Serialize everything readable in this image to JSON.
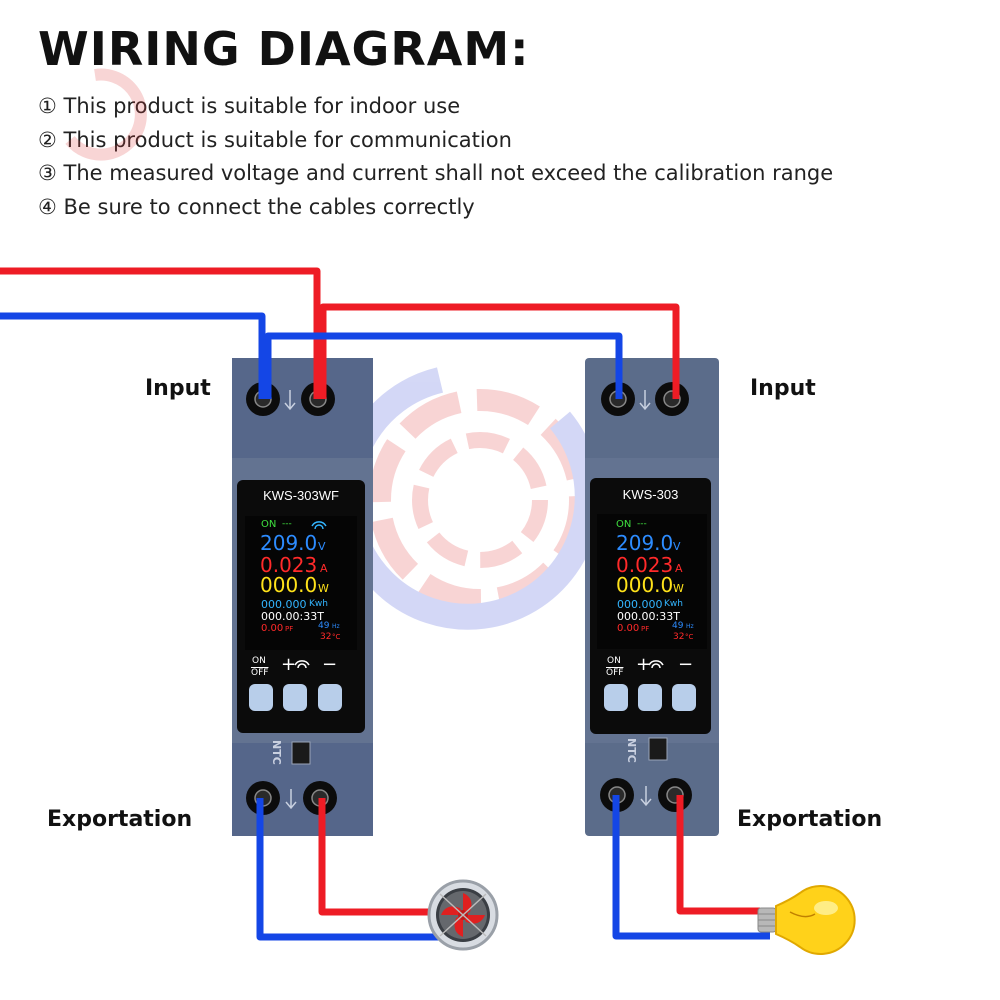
{
  "header": {
    "title": "WIRING DIAGRAM:",
    "notes": [
      "① This product is suitable for indoor use",
      "② This product is suitable for communication",
      "③ The measured voltage and current shall not exceed the calibration range",
      "④ Be sure to connect the cables correctly"
    ]
  },
  "labels": {
    "input_left": "Input",
    "input_right": "Input",
    "export_left": "Exportation",
    "export_right": "Exportation"
  },
  "devices": [
    {
      "model": "KWS-303WF",
      "status_on": "ON",
      "status_dash": "---",
      "voltage": "209.0",
      "voltage_unit": "V",
      "current": "0.023",
      "current_unit": "A",
      "power": "000.0",
      "power_unit": "W",
      "energy": "000.000",
      "energy_unit": "Kwh",
      "time": "000.00:33T",
      "pf": "0.00",
      "pf_unit": "PF",
      "freq": "49",
      "freq_unit": "Hz",
      "temp": "32",
      "temp_unit": "°C",
      "ntc": "NTC",
      "on_label": "ON",
      "off_label": "OFF",
      "plus_label": "+",
      "minus_label": "−"
    },
    {
      "model": "KWS-303",
      "status_on": "ON",
      "status_dash": "---",
      "voltage": "209.0",
      "voltage_unit": "V",
      "current": "0.023",
      "current_unit": "A",
      "power": "000.0",
      "power_unit": "W",
      "energy": "000.000",
      "energy_unit": "Kwh",
      "time": "000.00:33T",
      "pf": "0.00",
      "pf_unit": "PF",
      "freq": "49",
      "freq_unit": "Hz",
      "temp": "32",
      "temp_unit": "°C",
      "ntc": "NTC",
      "on_label": "ON",
      "off_label": "OFF",
      "plus_label": "+",
      "minus_label": "−"
    }
  ],
  "colors": {
    "live_wire": "#ee1c25",
    "neutral_wire": "#1446e6",
    "device_body": "#5a6b89",
    "lcd_bg": "#0a0a0a",
    "voltage": "#2d8cff",
    "current": "#ff2a2a",
    "power": "#ffe21a",
    "energy": "#33b5ff",
    "status": "#3fe03f"
  },
  "loads": {
    "left": "fan-icon",
    "right": "light-bulb-icon"
  }
}
